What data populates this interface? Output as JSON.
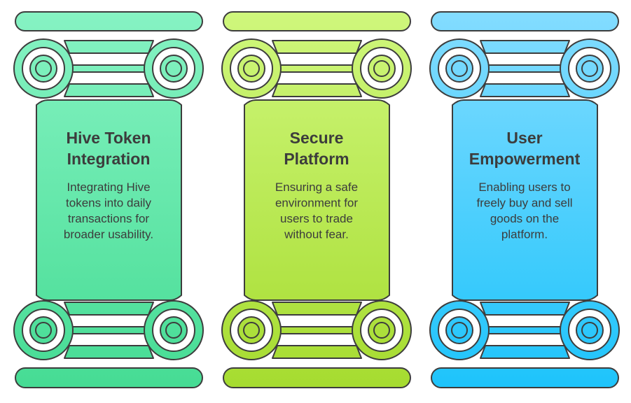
{
  "pillars": [
    {
      "id": "hive",
      "title_lines": [
        "Hive Token",
        "Integration"
      ],
      "body_lines": [
        "Integrating Hive",
        "tokens into daily",
        "transactions for",
        "broader usability."
      ],
      "colors": {
        "top": "#86f3c3",
        "bottom": "#46dc94"
      }
    },
    {
      "id": "secure",
      "title_lines": [
        "Secure",
        "Platform"
      ],
      "body_lines": [
        "Ensuring a safe",
        "environment for",
        "users to trade",
        "without fear."
      ],
      "colors": {
        "top": "#cff77c",
        "bottom": "#a6dc30"
      }
    },
    {
      "id": "user",
      "title_lines": [
        "User",
        "Empowerment"
      ],
      "body_lines": [
        "Enabling users to",
        "freely buy and sell",
        "goods on the",
        "platform."
      ],
      "colors": {
        "top": "#83dcff",
        "bottom": "#1ec4fb"
      }
    }
  ]
}
